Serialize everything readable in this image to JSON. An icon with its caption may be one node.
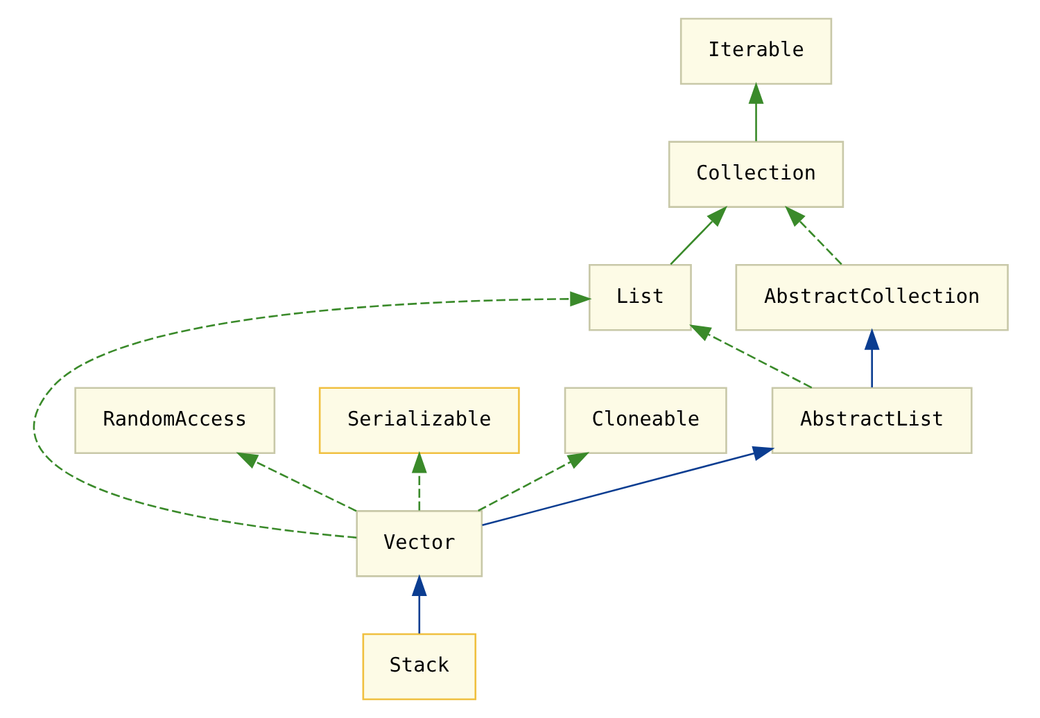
{
  "diagram": {
    "nodes": [
      {
        "text": [
          "Iterable"
        ]
      },
      {
        "text": [
          "Collection"
        ]
      },
      {
        "text": [
          "AbstractCollection"
        ]
      },
      {
        "text": [
          "List"
        ]
      },
      {
        "text": [
          "RandomAccess"
        ]
      },
      {
        "text": [
          "Serializable"
        ]
      },
      {
        "text": [
          "Cloneable"
        ]
      },
      {
        "text": [
          "AbstractList"
        ]
      },
      {
        "text": [
          "Vector"
        ]
      },
      {
        "text": [
          "Stack"
        ]
      }
    ],
    "edges": [
      {
        "from": 1,
        "to": 0,
        "arrow": "to"
      },
      {
        "from": 2,
        "to": 1,
        "arrow": "to",
        "style": "dashed"
      },
      {
        "from": 3,
        "to": 1,
        "arrow": "to"
      },
      {
        "from": 7,
        "to": 2,
        "arrow": "to",
        "color": "#0b3d91"
      },
      {
        "from": 7,
        "to": 3,
        "arrow": "to",
        "style": "dashed"
      },
      {
        "from": 8,
        "to": 4,
        "arrow": "to",
        "style": "dashed"
      },
      {
        "from": 8,
        "to": 5,
        "arrow": "to",
        "style": "dashed"
      },
      {
        "from": 8,
        "to": 6,
        "arrow": "to",
        "style": "dashed"
      },
      {
        "from": 8,
        "to": 7,
        "arrow": "to",
        "color": "#0b3d91"
      },
      {
        "from": 8,
        "to": 3,
        "arrow": "to",
        "style": "dashed"
      },
      {
        "from": 9,
        "to": 8,
        "arrow": "to",
        "color": "#0b3d91"
      }
    ]
  }
}
